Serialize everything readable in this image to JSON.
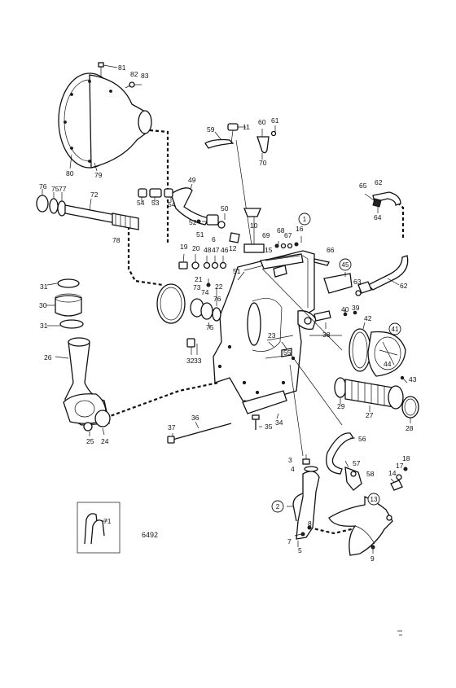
{
  "diagram": {
    "drawing_code": "6492",
    "inset_label": "71",
    "part_labels": [
      {
        "id": "81",
        "text": "81"
      },
      {
        "id": "82",
        "text": "82"
      },
      {
        "id": "83",
        "text": "83"
      },
      {
        "id": "80",
        "text": "80"
      },
      {
        "id": "79",
        "text": "79"
      },
      {
        "id": "11",
        "text": "11"
      },
      {
        "id": "59",
        "text": "59"
      },
      {
        "id": "60",
        "text": "60"
      },
      {
        "id": "61",
        "text": "61"
      },
      {
        "id": "70",
        "text": "70"
      },
      {
        "id": "76",
        "text": "76"
      },
      {
        "id": "75a",
        "text": "75"
      },
      {
        "id": "77",
        "text": "77"
      },
      {
        "id": "72",
        "text": "72"
      },
      {
        "id": "78",
        "text": "78"
      },
      {
        "id": "49",
        "text": "49"
      },
      {
        "id": "54a",
        "text": "54"
      },
      {
        "id": "53",
        "text": "53"
      },
      {
        "id": "54b",
        "text": "54"
      },
      {
        "id": "50",
        "text": "50"
      },
      {
        "id": "52",
        "text": "52"
      },
      {
        "id": "51a",
        "text": "51"
      },
      {
        "id": "6",
        "text": "6"
      },
      {
        "id": "65",
        "text": "65"
      },
      {
        "id": "62a",
        "text": "62"
      },
      {
        "id": "64",
        "text": "64"
      },
      {
        "id": "10",
        "text": "10"
      },
      {
        "id": "68",
        "text": "68"
      },
      {
        "id": "69",
        "text": "69"
      },
      {
        "id": "67",
        "text": "67"
      },
      {
        "id": "16",
        "text": "16"
      },
      {
        "id": "15",
        "text": "15"
      },
      {
        "id": "66",
        "text": "66"
      },
      {
        "id": "12",
        "text": "12"
      },
      {
        "id": "19",
        "text": "19"
      },
      {
        "id": "20",
        "text": "20"
      },
      {
        "id": "48",
        "text": "48"
      },
      {
        "id": "47",
        "text": "47"
      },
      {
        "id": "46",
        "text": "46"
      },
      {
        "id": "51b",
        "text": "51"
      },
      {
        "id": "21",
        "text": "21"
      },
      {
        "id": "73",
        "text": "73"
      },
      {
        "id": "74",
        "text": "74"
      },
      {
        "id": "22",
        "text": "22"
      },
      {
        "id": "76b",
        "text": "76"
      },
      {
        "id": "75b",
        "text": "75"
      },
      {
        "id": "63",
        "text": "63"
      },
      {
        "id": "62b",
        "text": "62"
      },
      {
        "id": "31a",
        "text": "31"
      },
      {
        "id": "30",
        "text": "30"
      },
      {
        "id": "31b",
        "text": "31"
      },
      {
        "id": "26",
        "text": "26"
      },
      {
        "id": "25",
        "text": "25"
      },
      {
        "id": "24",
        "text": "24"
      },
      {
        "id": "40",
        "text": "40"
      },
      {
        "id": "39",
        "text": "39"
      },
      {
        "id": "42",
        "text": "42"
      },
      {
        "id": "38",
        "text": "38"
      },
      {
        "id": "23",
        "text": "23"
      },
      {
        "id": "55",
        "text": "55"
      },
      {
        "id": "32",
        "text": "32"
      },
      {
        "id": "33",
        "text": "33"
      },
      {
        "id": "44",
        "text": "44"
      },
      {
        "id": "43",
        "text": "43"
      },
      {
        "id": "29",
        "text": "29"
      },
      {
        "id": "27",
        "text": "27"
      },
      {
        "id": "28",
        "text": "28"
      },
      {
        "id": "37",
        "text": "37"
      },
      {
        "id": "36",
        "text": "36"
      },
      {
        "id": "34",
        "text": "34"
      },
      {
        "id": "35",
        "text": "35"
      },
      {
        "id": "56",
        "text": "56"
      },
      {
        "id": "3",
        "text": "3"
      },
      {
        "id": "4",
        "text": "4"
      },
      {
        "id": "57",
        "text": "57"
      },
      {
        "id": "58",
        "text": "58"
      },
      {
        "id": "18",
        "text": "18"
      },
      {
        "id": "17",
        "text": "17"
      },
      {
        "id": "14",
        "text": "14"
      },
      {
        "id": "7",
        "text": "7"
      },
      {
        "id": "8",
        "text": "8"
      },
      {
        "id": "5",
        "text": "5"
      },
      {
        "id": "9",
        "text": "9"
      }
    ],
    "circled_labels": [
      {
        "id": "c1",
        "text": "1"
      },
      {
        "id": "c45",
        "text": "45"
      },
      {
        "id": "c41",
        "text": "41"
      },
      {
        "id": "c2",
        "text": "2"
      },
      {
        "id": "c13",
        "text": "13"
      }
    ]
  }
}
